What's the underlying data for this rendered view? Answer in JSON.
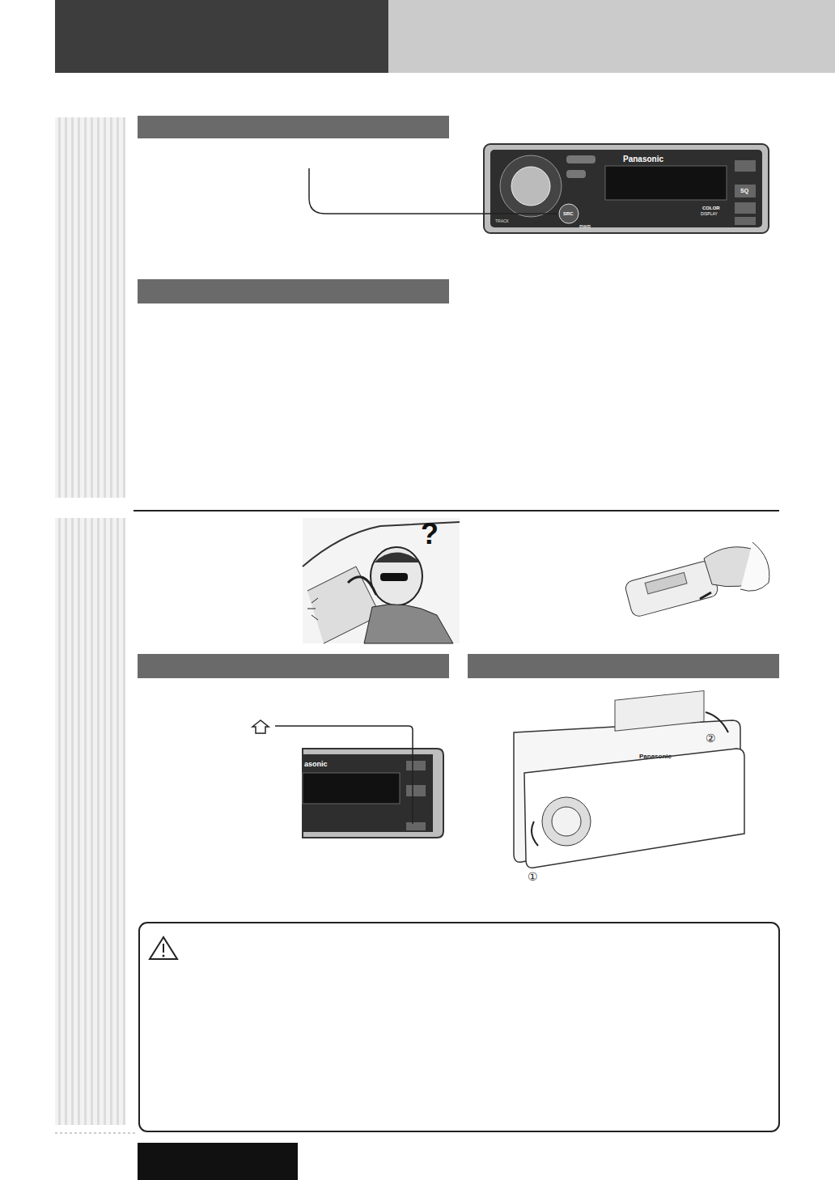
{
  "diagram": {
    "labels": [
      "Panasonic",
      "SRC",
      "PWR",
      "TRACK",
      "SQ",
      "COLOR",
      "DISPLAY",
      "?",
      "asonic",
      "Panasonic",
      "①",
      "②"
    ]
  }
}
